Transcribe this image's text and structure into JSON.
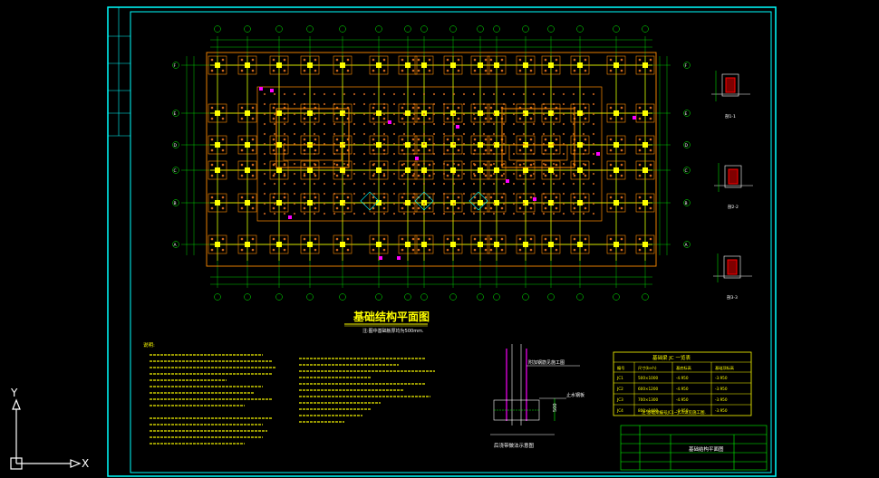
{
  "drawing": {
    "main_title": "基础结构平面图",
    "subtitle": "注:图中基础板厚均为500mm.",
    "table": {
      "title": "基础梁 JC 一览表",
      "headers": [
        "编号",
        "尺寸(b×h)",
        "基底标高",
        "基础顶标高"
      ],
      "rows": [
        [
          "JC1",
          "500×1000",
          "-4.950",
          "-3.950"
        ],
        [
          "JC2",
          "600×1200",
          "-4.950",
          "-3.950"
        ],
        [
          "JC3",
          "700×1300",
          "-4.950",
          "-3.950"
        ],
        [
          "JC4",
          "800×1400",
          "-4.950",
          "-3.950"
        ]
      ],
      "note": "注:基础梁编号JC1~JC4详见施工图."
    },
    "section_labels": [
      "剖1-1",
      "剖2-2",
      "剖3-3"
    ],
    "detail_caption": "后浇带做法示意图",
    "detail_label_1": "附加钢筋见施工图",
    "detail_label_2": "止水钢板",
    "detail_dim": "500",
    "notes_title": "说明:",
    "title_block_name": "基础结构平面图",
    "grid_letters": [
      "A",
      "B",
      "C",
      "D",
      "E",
      "F"
    ]
  },
  "ucs": {
    "x_label": "X",
    "y_label": "Y"
  },
  "colors": {
    "frame": "#00ffff",
    "foundation": "#ff8c00",
    "beam": "#ffff00",
    "axis": "#00ff00",
    "column": "#ff00ff",
    "pile": "#d2691e"
  }
}
